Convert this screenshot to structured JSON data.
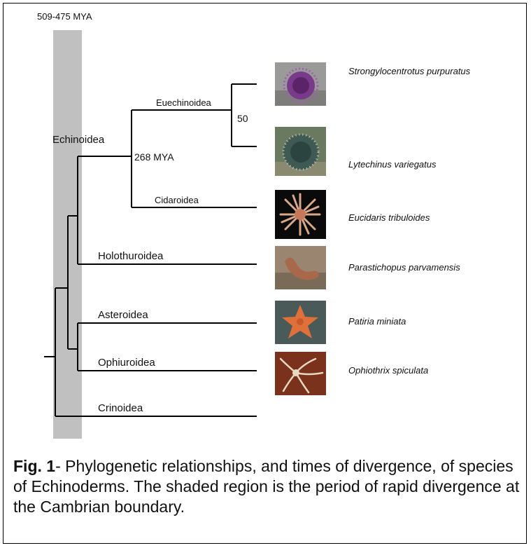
{
  "period_label": "509-475 MYA",
  "clades": {
    "echinoidea": "Echinoidea",
    "euechinoidea": "Euechinoidea",
    "cidaroidea": "Cidaroidea",
    "holothuroidea": "Holothuroidea",
    "asteroidea": "Asteroidea",
    "ophiuroidea": "Ophiuroidea",
    "crinoidea": "Crinoidea"
  },
  "node_ages": {
    "echinoidea_split": "268 MYA",
    "euechinoidea_split": "50"
  },
  "species": [
    {
      "name": "Strongylocentrotus purpuratus",
      "icon": "purple-sea-urchin-photo"
    },
    {
      "name": "Lytechinus variegatus",
      "icon": "green-sea-urchin-photo"
    },
    {
      "name": "Eucidaris tribuloides",
      "icon": "pencil-urchin-photo"
    },
    {
      "name": "Parastichopus parvamensis",
      "icon": "sea-cucumber-photo"
    },
    {
      "name": "Patiria miniata",
      "icon": "sea-star-photo"
    },
    {
      "name": "Ophiothrix spiculata",
      "icon": "brittle-star-photo"
    }
  ],
  "caption": {
    "label": "Fig. 1",
    "text": "- Phylogenetic relationships, and times of divergence, of species of Echinoderms. The shaded region is the period of rapid divergence at the Cambrian boundary."
  },
  "colors": {
    "shaded_region": "#c0c0c0",
    "purple_urchin": "#7a3a8c",
    "green_urchin": "#3e5a52",
    "pencil_urchin": "#c8785a",
    "sea_cucumber": "#a8684a",
    "sea_star": "#e0703a",
    "brittle_star": "#e8d8c0"
  }
}
